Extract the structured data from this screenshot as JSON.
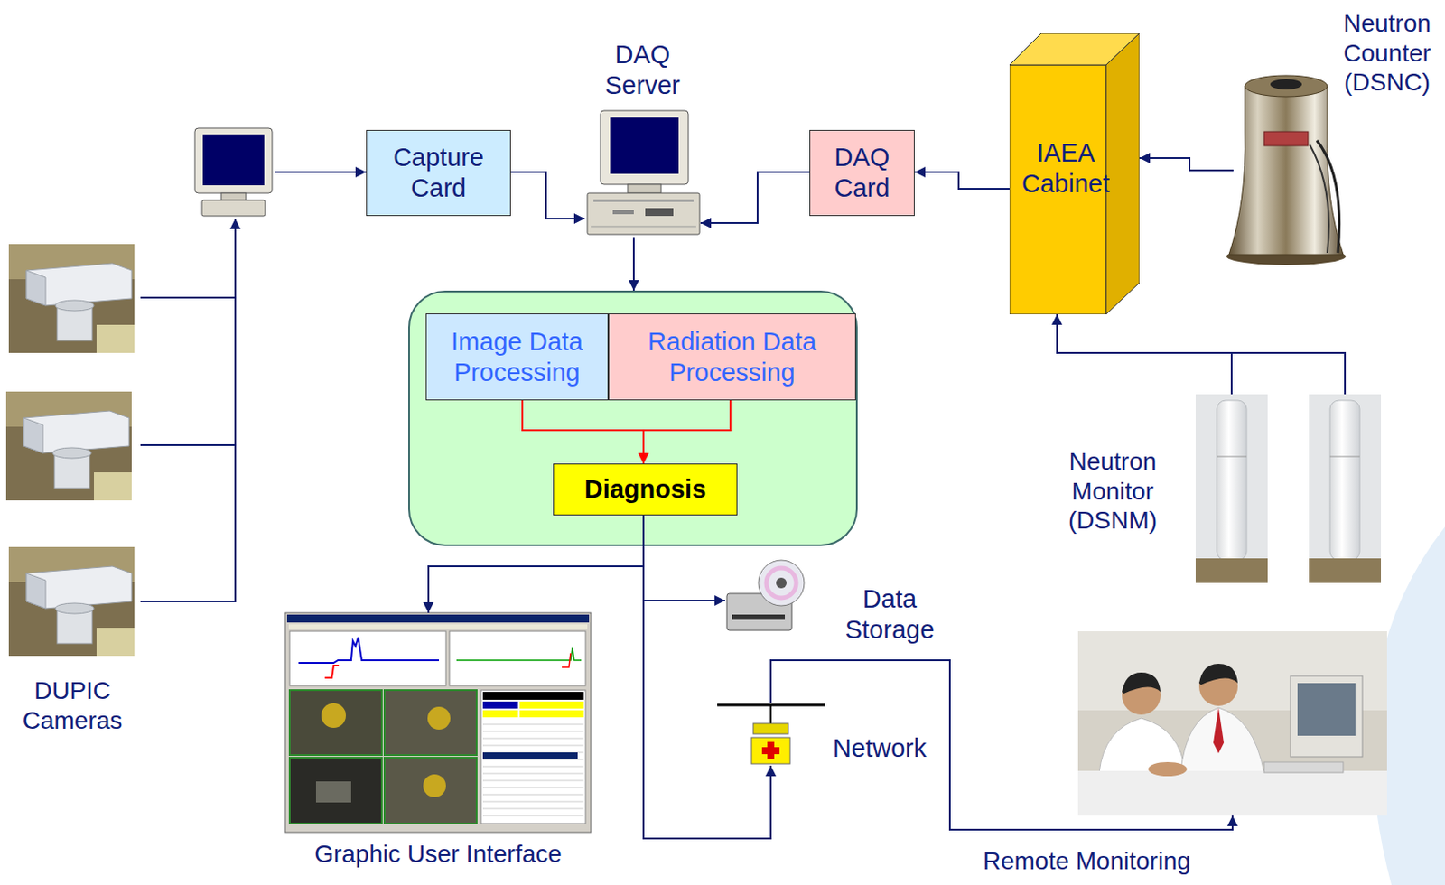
{
  "diagram": {
    "nodes": [
      {
        "text": []
      },
      {
        "text": [
          "Capture Card"
        ]
      },
      {
        "text": [
          "DAQ Server"
        ]
      },
      {
        "text": [
          "DAQ Card"
        ]
      },
      {
        "text": [
          "IAEA Cabinet"
        ]
      },
      {
        "text": [
          "Neutron Counter (DSNC)"
        ]
      },
      {
        "text": []
      },
      {
        "text": [
          "Image Data Processing"
        ],
        "in": 6
      },
      {
        "text": [
          "Radiation Data Processing"
        ],
        "in": 6
      },
      {
        "text": [
          "Diagnosis"
        ],
        "in": 6
      },
      {
        "text": [
          "DUPIC Cameras"
        ]
      },
      {
        "text": [
          "Neutron Monitor (DSNM)"
        ]
      },
      {
        "text": [
          "Graphic User Interface"
        ]
      },
      {
        "text": [
          "Data Storage"
        ]
      },
      {
        "text": [
          "Network"
        ]
      },
      {
        "text": [
          "Remote Monitoring"
        ]
      }
    ],
    "edges": [
      {
        "from": 10,
        "to": 0,
        "arrow": "to"
      },
      {
        "from": 0,
        "to": 1,
        "arrow": "to"
      },
      {
        "from": 1,
        "to": 2,
        "arrow": "to"
      },
      {
        "from": 3,
        "to": 2,
        "arrow": "to"
      },
      {
        "from": 4,
        "to": 3,
        "arrow": "to"
      },
      {
        "from": 5,
        "to": 4,
        "arrow": "to"
      },
      {
        "from": 11,
        "to": 4,
        "arrow": "to"
      },
      {
        "from": 2,
        "to": 6,
        "arrow": "to"
      },
      {
        "from": 7,
        "to": 9,
        "arrow": "to"
      },
      {
        "from": 8,
        "to": 9,
        "arrow": "to"
      },
      {
        "from": 9,
        "to": 12,
        "arrow": "to"
      },
      {
        "from": 9,
        "to": 13,
        "arrow": "to"
      },
      {
        "from": 9,
        "to": 14,
        "arrow": "to"
      },
      {
        "from": 14,
        "to": 15,
        "arrow": "to"
      }
    ]
  }
}
